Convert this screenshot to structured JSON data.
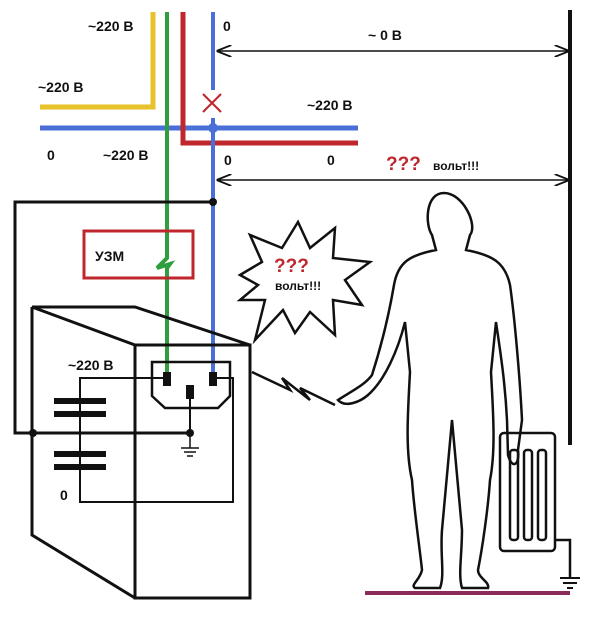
{
  "labels": {
    "yellow_phase_top": "~220 В",
    "yellow_phase_left": "~220 В",
    "blue_zero_top": "0",
    "zero_potential": "~ 0 В",
    "red_phase_right": "~220 В",
    "blue_zero_left": "0",
    "green_phase_left": "~220 В",
    "blue_zero_below": "0",
    "red_zero_right": "0",
    "unknown_question": "???",
    "unknown_volts": "вольт!!!",
    "uzm": "УЗМ",
    "burst_question": "???",
    "burst_volts": "вольт!!!",
    "device_phase": "~220 В",
    "device_zero": "0"
  },
  "colors": {
    "yellow": "#e8c22a",
    "green": "#2e9e3e",
    "red": "#c0272d",
    "blue": "#4a6fd8",
    "floor": "#8a2b5a"
  }
}
